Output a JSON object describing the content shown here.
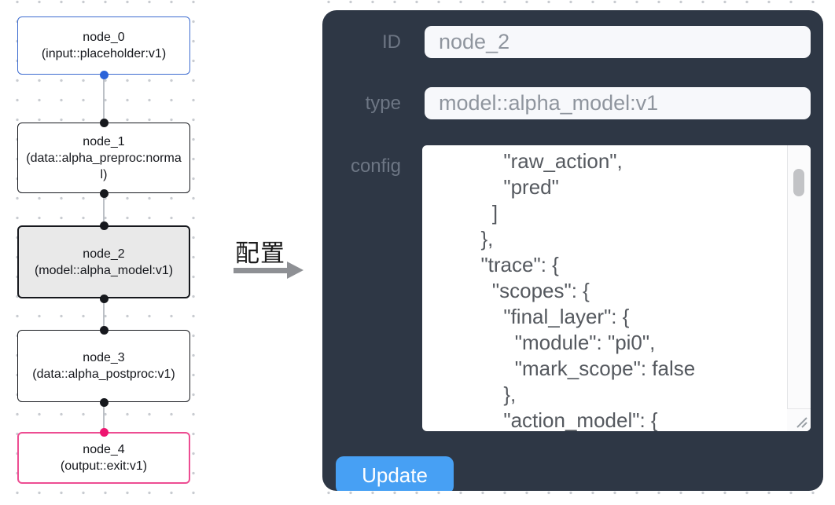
{
  "flow": {
    "nodes": [
      {
        "id": "node_0",
        "title": "node_0",
        "subtitle": "(input::placeholder:v1)",
        "kind": "input",
        "selected": false
      },
      {
        "id": "node_1",
        "title": "node_1",
        "subtitle": "(data::alpha_preproc:normal)",
        "kind": "process",
        "selected": false
      },
      {
        "id": "node_2",
        "title": "node_2",
        "subtitle": "(model::alpha_model:v1)",
        "kind": "model",
        "selected": true
      },
      {
        "id": "node_3",
        "title": "node_3",
        "subtitle": "(data::alpha_postproc:v1)",
        "kind": "process",
        "selected": false
      },
      {
        "id": "node_4",
        "title": "node_4",
        "subtitle": "(output::exit:v1)",
        "kind": "output",
        "selected": false
      }
    ]
  },
  "annotation": {
    "label": "配置"
  },
  "panel": {
    "fields": [
      {
        "label": "ID",
        "value": "node_2"
      },
      {
        "label": "type",
        "value": "model::alpha_model:v1"
      }
    ],
    "config_label": "config",
    "config_lines": [
      "      \"raw_action\",",
      "      \"pred\"",
      "    ]",
      "  },",
      "  \"trace\": {",
      "    \"scopes\": {",
      "      \"final_layer\": {",
      "        \"module\": \"pi0\",",
      "        \"mark_scope\": false",
      "      },",
      "      \"action_model\": {"
    ],
    "update_label": "Update"
  },
  "colors": {
    "panel-bg": "#2e3745",
    "accent": "#47a0f4",
    "node-blue": "#3d6cd0",
    "node-pink": "#ed4d92",
    "dot-blue": "#2b63d9",
    "dot-pink": "#ee1570",
    "node-border": "#16181d",
    "selected-bg": "#e9e9e9",
    "edge": "#bcc0c6"
  }
}
